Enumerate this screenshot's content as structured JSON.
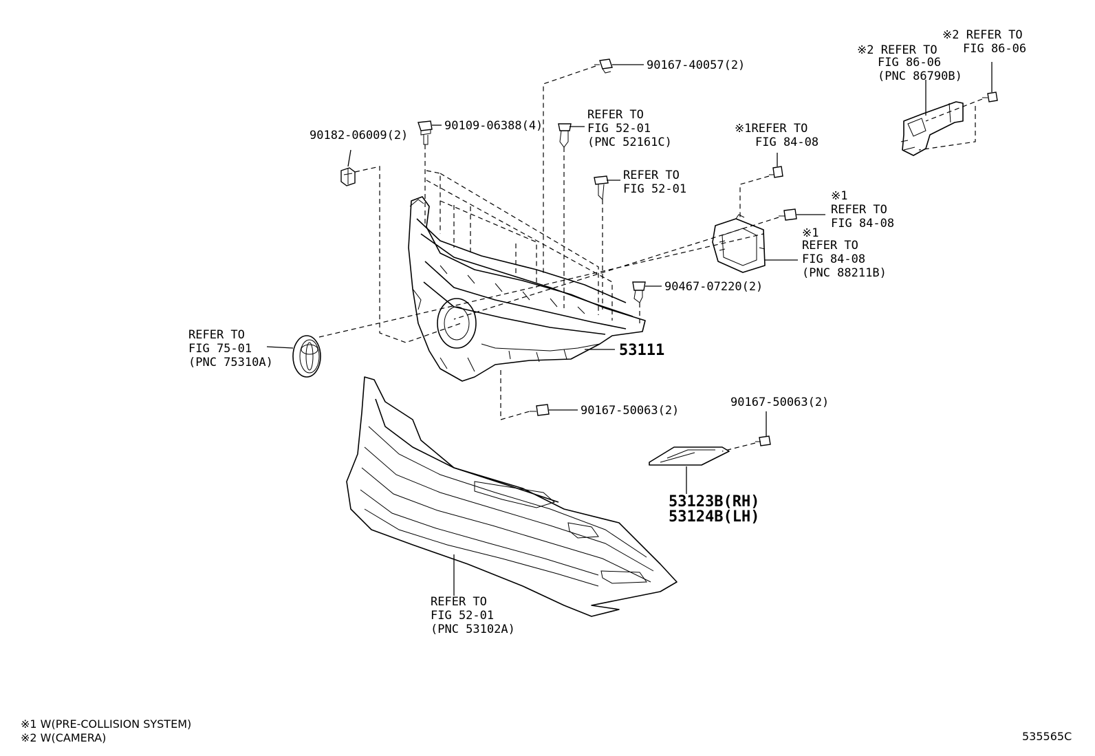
{
  "labels": {
    "clip_top": "90167-40057(2)",
    "bolt_top": "90109-06388(4)",
    "nut_left": "90182-06009(2)",
    "refer_52161c": [
      "REFER TO",
      "FIG 52-01",
      "(PNC 52161C)"
    ],
    "refer_52_01": [
      "REFER TO",
      "FIG 52-01"
    ],
    "refer_84_08_a": [
      "※1REFER TO",
      "FIG 84-08"
    ],
    "refer_84_08_b": [
      "※1",
      "REFER TO",
      "FIG 84-08"
    ],
    "refer_84_08_c": [
      "※1",
      "REFER TO",
      "FIG 84-08",
      "(PNC 88211B)"
    ],
    "refer_86_06_a": [
      "※2 REFER TO",
      "FIG 86-06"
    ],
    "refer_86_06_b": [
      "※2 REFER TO",
      "FIG 86-06",
      "(PNC 86790B)"
    ],
    "clip_90467": "90467-07220(2)",
    "main_part": "53111",
    "refer_75_01": [
      "REFER TO",
      "FIG 75-01",
      "(PNC 75310A)"
    ],
    "clip_bottom": "90167-50063(2)",
    "clip_right": "90167-50063(2)",
    "part_rh": "53123B(RH)",
    "part_lh": "53124B(LH)",
    "refer_53102a": [
      "REFER TO",
      "FIG 52-01",
      "(PNC 53102A)"
    ]
  },
  "footnotes": [
    "※1  W(PRE-COLLISION SYSTEM)",
    "※2  W(CAMERA)"
  ],
  "figure_id": "535565C"
}
